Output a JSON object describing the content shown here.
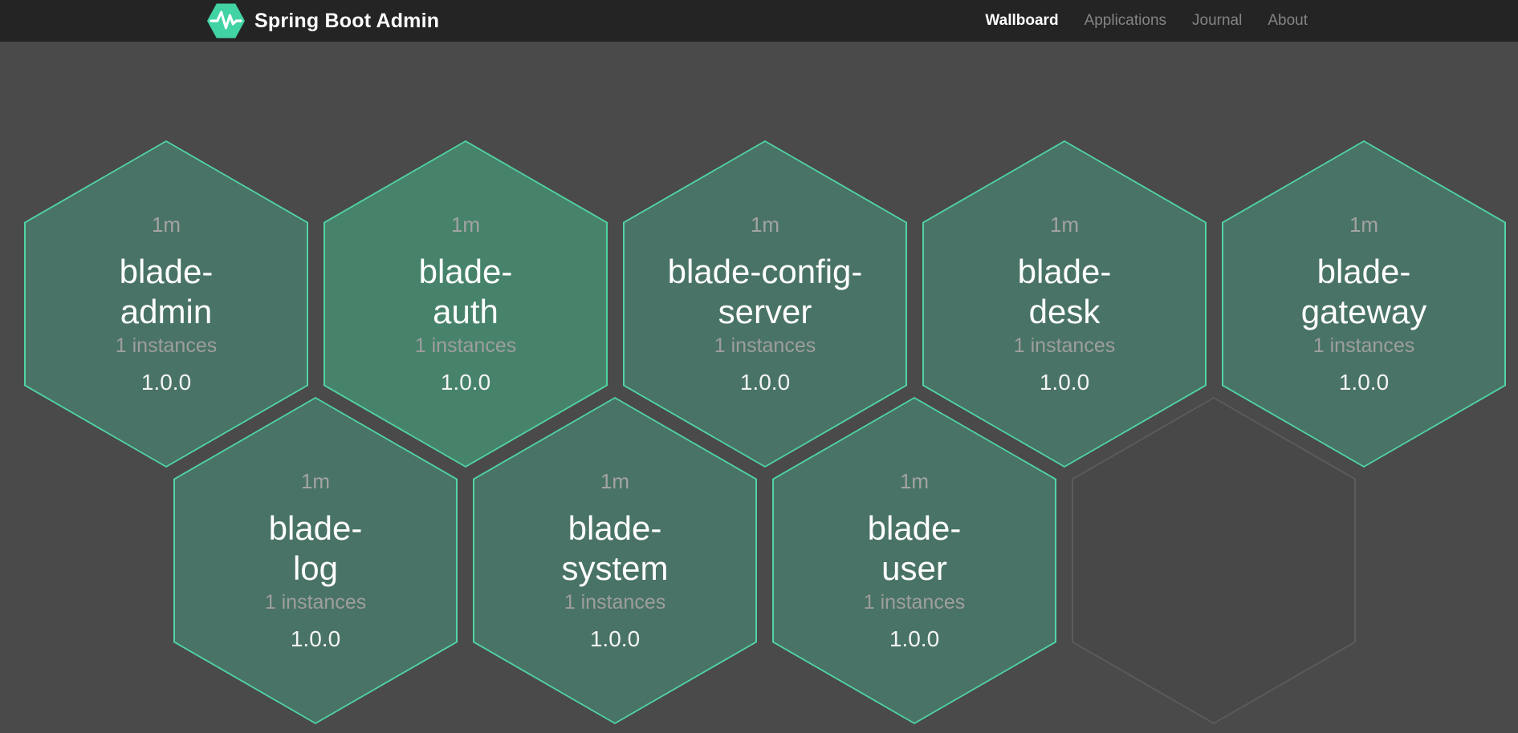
{
  "header": {
    "title": "Spring Boot Admin",
    "logo": {
      "icon": "hexagon-pulse-icon",
      "color": "#42d3a5"
    },
    "nav": [
      {
        "label": "Wallboard",
        "active": true
      },
      {
        "label": "Applications",
        "active": false
      },
      {
        "label": "Journal",
        "active": false
      },
      {
        "label": "About",
        "active": false
      }
    ]
  },
  "wallboard": {
    "colors": {
      "background": "#4a4a4a",
      "header_bg": "#242424",
      "hex_border": "#50d5a5",
      "hex_fill_default": "#497366",
      "hex_fill_highlight": "#47836a",
      "ghost_border": "#5c5c5c",
      "ghost_fill": "#484848"
    },
    "tiles": [
      {
        "name": "blade-admin",
        "name_lines": [
          "blade-",
          "admin"
        ],
        "uptime": "1m",
        "instances": "1 instances",
        "version": "1.0.0",
        "fill": "#497366"
      },
      {
        "name": "blade-auth",
        "name_lines": [
          "blade-",
          "auth"
        ],
        "uptime": "1m",
        "instances": "1 instances",
        "version": "1.0.0",
        "fill": "#47836a"
      },
      {
        "name": "blade-config-server",
        "name_lines": [
          "blade-config-",
          "server"
        ],
        "uptime": "1m",
        "instances": "1 instances",
        "version": "1.0.0",
        "fill": "#497366"
      },
      {
        "name": "blade-desk",
        "name_lines": [
          "blade-",
          "desk"
        ],
        "uptime": "1m",
        "instances": "1 instances",
        "version": "1.0.0",
        "fill": "#497366"
      },
      {
        "name": "blade-gateway",
        "name_lines": [
          "blade-",
          "gateway"
        ],
        "uptime": "1m",
        "instances": "1 instances",
        "version": "1.0.0",
        "fill": "#497366"
      },
      {
        "name": "blade-log",
        "name_lines": [
          "blade-",
          "log"
        ],
        "uptime": "1m",
        "instances": "1 instances",
        "version": "1.0.0",
        "fill": "#497366"
      },
      {
        "name": "blade-system",
        "name_lines": [
          "blade-",
          "system"
        ],
        "uptime": "1m",
        "instances": "1 instances",
        "version": "1.0.0",
        "fill": "#497366"
      },
      {
        "name": "blade-user",
        "name_lines": [
          "blade-",
          "user"
        ],
        "uptime": "1m",
        "instances": "1 instances",
        "version": "1.0.0",
        "fill": "#497366"
      }
    ]
  }
}
